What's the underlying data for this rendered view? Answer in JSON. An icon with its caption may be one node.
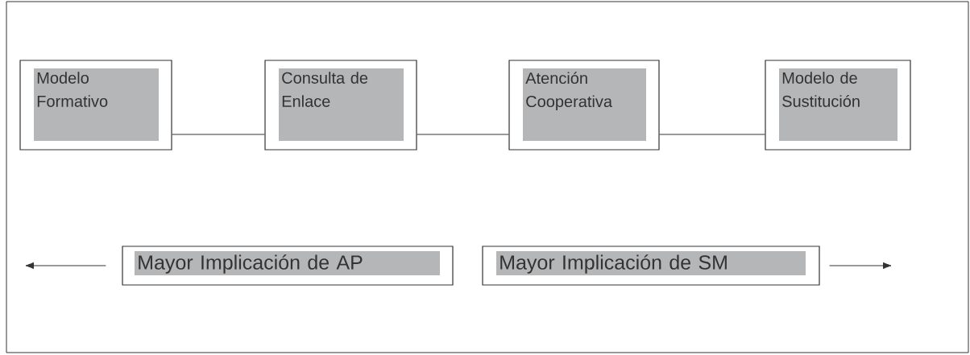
{
  "diagram": {
    "nodes": [
      {
        "text": [
          "Modelo Formativo"
        ]
      },
      {
        "text": [
          "Consulta de Enlace"
        ]
      },
      {
        "text": [
          "Atención Cooperativa"
        ]
      },
      {
        "text": [
          "Modelo de Sustitución"
        ]
      },
      {
        "text": [
          "Mayor Implicación de AP"
        ]
      },
      {
        "text": [
          "Mayor Implicación de SM"
        ]
      }
    ],
    "edges": [
      {
        "from": 0,
        "to": 1,
        "arrow": "none"
      },
      {
        "from": 1,
        "to": 2,
        "arrow": "none"
      },
      {
        "from": 2,
        "to": 3,
        "arrow": "none"
      },
      {
        "from": 4,
        "to": null,
        "arrow": "to"
      },
      {
        "from": 5,
        "to": null,
        "arrow": "to"
      }
    ]
  }
}
